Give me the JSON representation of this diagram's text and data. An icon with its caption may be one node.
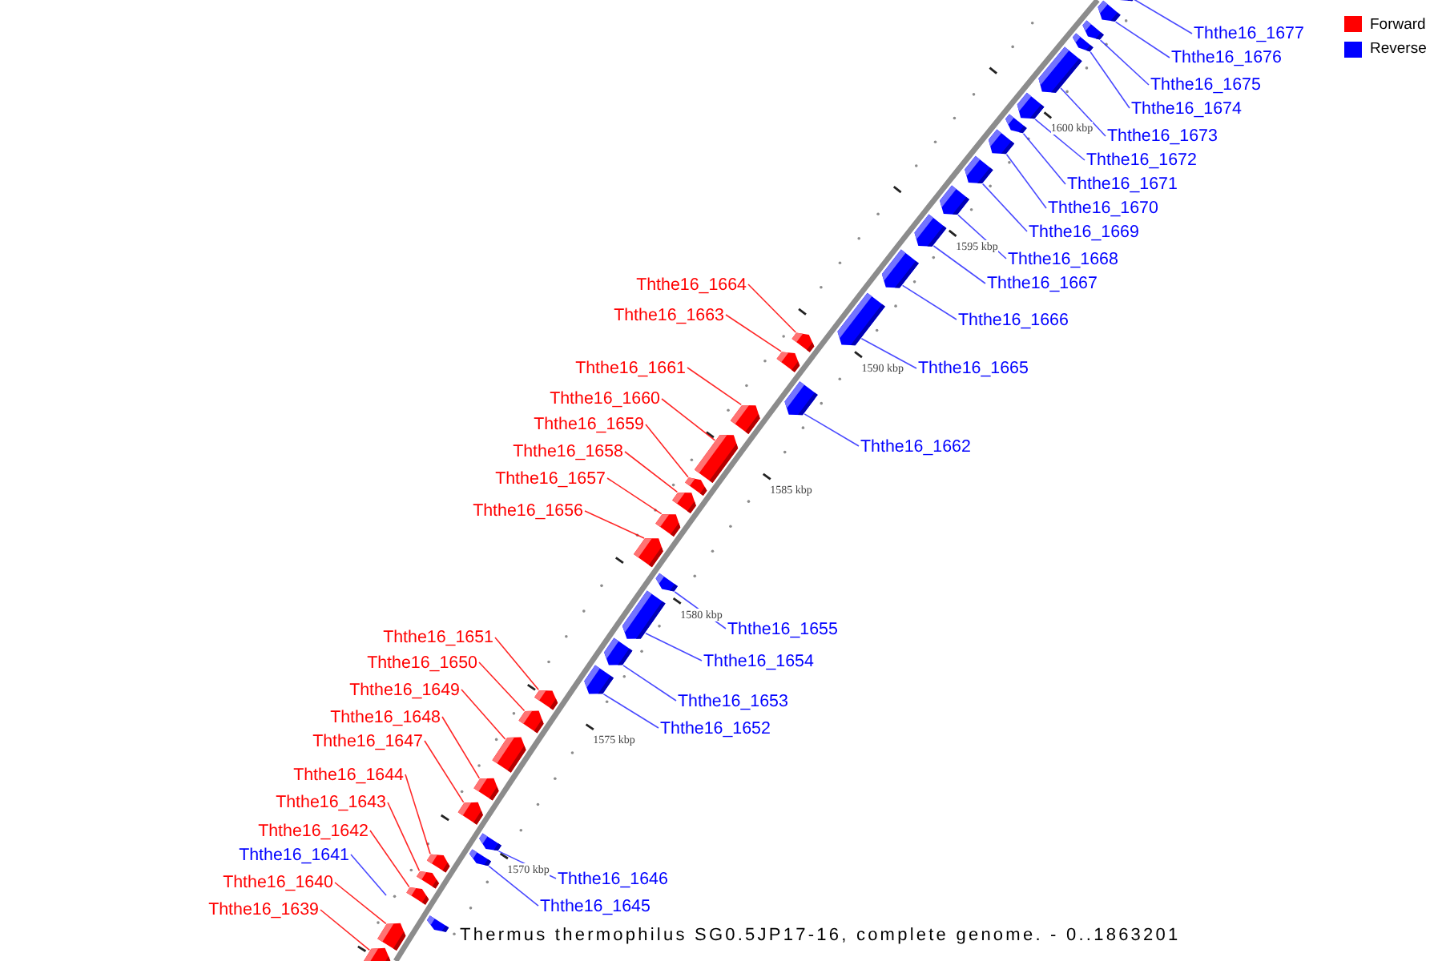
{
  "diagram": {
    "title": "Thermus thermophilus SG0.5JP17-16, complete genome. - 0..1863201",
    "nodes": [
      {
        "text": [
          "Ththe16_1677"
        ]
      },
      {
        "text": [
          "Ththe16_1676"
        ]
      },
      {
        "text": [
          "Ththe16_1675"
        ]
      },
      {
        "text": [
          "Ththe16_1674"
        ]
      },
      {
        "text": [
          "Ththe16_1673"
        ]
      },
      {
        "text": [
          "Ththe16_1672"
        ]
      },
      {
        "text": [
          "Ththe16_1671"
        ]
      },
      {
        "text": [
          "Ththe16_1670"
        ]
      },
      {
        "text": [
          "Ththe16_1669"
        ]
      },
      {
        "text": [
          "Ththe16_1668"
        ]
      },
      {
        "text": [
          "Ththe16_1664"
        ]
      },
      {
        "text": [
          "Ththe16_1667"
        ]
      },
      {
        "text": [
          "Ththe16_1663"
        ]
      },
      {
        "text": [
          "Ththe16_1666"
        ]
      },
      {
        "text": [
          "Ththe16_1661"
        ]
      },
      {
        "text": [
          "Ththe16_1665"
        ]
      },
      {
        "text": [
          "Ththe16_1660"
        ]
      },
      {
        "text": [
          "Ththe16_1659"
        ]
      },
      {
        "text": [
          "Ththe16_1662"
        ]
      },
      {
        "text": [
          "Ththe16_1658"
        ]
      },
      {
        "text": [
          "Ththe16_1657"
        ]
      },
      {
        "text": [
          "Ththe16_1656"
        ]
      },
      {
        "text": [
          "Ththe16_1655"
        ]
      },
      {
        "text": [
          "Ththe16_1651"
        ]
      },
      {
        "text": [
          "Ththe16_1650"
        ]
      },
      {
        "text": [
          "Ththe16_1654"
        ]
      },
      {
        "text": [
          "Ththe16_1649"
        ]
      },
      {
        "text": [
          "Ththe16_1653"
        ]
      },
      {
        "text": [
          "Ththe16_1648"
        ]
      },
      {
        "text": [
          "Ththe16_1652"
        ]
      },
      {
        "text": [
          "Ththe16_1647"
        ]
      },
      {
        "text": [
          "Ththe16_1644"
        ]
      },
      {
        "text": [
          "Ththe16_1643"
        ]
      },
      {
        "text": [
          "Ththe16_1642"
        ]
      },
      {
        "text": [
          "Ththe16_1641"
        ]
      },
      {
        "text": [
          "Ththe16_1646"
        ]
      },
      {
        "text": [
          "Ththe16_1640"
        ]
      },
      {
        "text": [
          "Ththe16_1645"
        ]
      },
      {
        "text": [
          "Ththe16_1639"
        ]
      },
      {
        "text": [],
        "shape": "arrow"
      },
      {
        "text": [],
        "shape": "arrow"
      },
      {
        "text": [],
        "shape": "arrow"
      },
      {
        "text": [],
        "shape": "arrow"
      },
      {
        "text": [],
        "shape": "arrow"
      },
      {
        "text": [],
        "shape": "arrow"
      },
      {
        "text": [],
        "shape": "arrow"
      },
      {
        "text": [],
        "shape": "arrow"
      },
      {
        "text": [],
        "shape": "arrow"
      },
      {
        "text": [],
        "shape": "arrow"
      },
      {
        "text": [],
        "shape": "arrow"
      },
      {
        "text": [],
        "shape": "arrow"
      },
      {
        "text": [],
        "shape": "arrow"
      },
      {
        "text": [],
        "shape": "arrow"
      },
      {
        "text": [],
        "shape": "arrow"
      },
      {
        "text": [],
        "shape": "arrow"
      },
      {
        "text": [],
        "shape": "arrow"
      },
      {
        "text": [],
        "shape": "arrow"
      },
      {
        "text": [],
        "shape": "arrow"
      },
      {
        "text": [],
        "shape": "arrow"
      },
      {
        "text": [],
        "shape": "arrow"
      },
      {
        "text": [],
        "shape": "arrow"
      },
      {
        "text": [],
        "shape": "arrow"
      },
      {
        "text": [],
        "shape": "arrow"
      },
      {
        "text": [],
        "shape": "arrow"
      },
      {
        "text": [],
        "shape": "arrow"
      },
      {
        "text": [],
        "shape": "arrow"
      },
      {
        "text": [],
        "shape": "arrow"
      },
      {
        "text": [],
        "shape": "arrow"
      },
      {
        "text": [],
        "shape": "arrow"
      },
      {
        "text": [],
        "shape": "arrow"
      },
      {
        "text": [],
        "shape": "arrow"
      },
      {
        "text": [],
        "shape": "arrow"
      },
      {
        "text": [],
        "shape": "arrow"
      },
      {
        "text": [],
        "shape": "arrow"
      },
      {
        "text": [],
        "shape": "arrow"
      },
      {
        "text": [],
        "shape": "arrow"
      },
      {
        "text": [],
        "shape": "arrow"
      },
      {
        "text": [],
        "shape": "arrow"
      }
    ],
    "edges": [
      {
        "from": 0,
        "to": 39,
        "arrow": "none"
      },
      {
        "from": 1,
        "to": 40,
        "arrow": "none"
      },
      {
        "from": 2,
        "to": 41,
        "arrow": "none"
      },
      {
        "from": 3,
        "to": 42,
        "arrow": "none"
      },
      {
        "from": 4,
        "to": 43,
        "arrow": "none"
      },
      {
        "from": 5,
        "to": 44,
        "arrow": "none"
      },
      {
        "from": 6,
        "to": 45,
        "arrow": "none"
      },
      {
        "from": 7,
        "to": 46,
        "arrow": "none"
      },
      {
        "from": 8,
        "to": 47,
        "arrow": "none"
      },
      {
        "from": 9,
        "to": 48,
        "arrow": "none"
      },
      {
        "from": 10,
        "to": 52,
        "arrow": "none",
        "color": "#ff0000"
      },
      {
        "from": 11,
        "to": 49,
        "arrow": "none"
      },
      {
        "from": 12,
        "to": 53,
        "arrow": "none",
        "color": "#ff0000"
      },
      {
        "from": 13,
        "to": 50,
        "arrow": "none"
      },
      {
        "from": 14,
        "to": 55,
        "arrow": "none",
        "color": "#ff0000"
      },
      {
        "from": 15,
        "to": 51,
        "arrow": "none"
      },
      {
        "from": 16,
        "to": 56,
        "arrow": "none",
        "color": "#ff0000"
      },
      {
        "from": 17,
        "to": 57,
        "arrow": "none",
        "color": "#ff0000"
      },
      {
        "from": 18,
        "to": 54,
        "arrow": "none"
      },
      {
        "from": 19,
        "to": 58,
        "arrow": "none",
        "color": "#ff0000"
      },
      {
        "from": 20,
        "to": 59,
        "arrow": "none",
        "color": "#ff0000"
      },
      {
        "from": 21,
        "to": 60,
        "arrow": "none",
        "color": "#ff0000"
      },
      {
        "from": 22,
        "to": 61,
        "arrow": "none"
      },
      {
        "from": 23,
        "to": 65,
        "arrow": "none",
        "color": "#ff0000"
      },
      {
        "from": 24,
        "to": 66,
        "arrow": "none",
        "color": "#ff0000"
      },
      {
        "from": 25,
        "to": 62,
        "arrow": "none"
      },
      {
        "from": 26,
        "to": 67,
        "arrow": "none",
        "color": "#ff0000"
      },
      {
        "from": 27,
        "to": 63,
        "arrow": "none"
      },
      {
        "from": 28,
        "to": 68,
        "arrow": "none",
        "color": "#ff0000"
      },
      {
        "from": 29,
        "to": 64,
        "arrow": "none"
      },
      {
        "from": 30,
        "to": 69,
        "arrow": "none",
        "color": "#ff0000"
      },
      {
        "from": 31,
        "to": 72,
        "arrow": "none",
        "color": "#ff0000"
      },
      {
        "from": 32,
        "to": 73,
        "arrow": "none",
        "color": "#ff0000"
      },
      {
        "from": 33,
        "to": 74,
        "arrow": "none",
        "color": "#ff0000"
      },
      {
        "from": 34,
        "to": null,
        "arrow": "none"
      },
      {
        "from": 35,
        "to": 70,
        "arrow": "none"
      },
      {
        "from": 36,
        "to": 76,
        "arrow": "none",
        "color": "#ff0000"
      },
      {
        "from": 37,
        "to": 71,
        "arrow": "none"
      },
      {
        "from": 38,
        "to": 77,
        "arrow": "none",
        "color": "#ff0000"
      }
    ],
    "labels": [
      "1600 kbp",
      "1595 kbp",
      "1590 kbp",
      "1585 kbp",
      "1580 kbp",
      "1575 kbp",
      "1570 kbp"
    ],
    "legend": [
      {
        "text": "Forward",
        "color": "#ff0000"
      },
      {
        "text": "Reverse",
        "color": "#0000ff"
      }
    ]
  }
}
